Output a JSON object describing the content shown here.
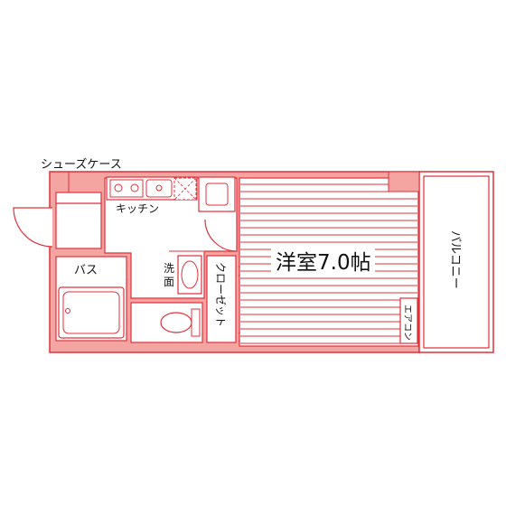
{
  "labels": {
    "shoe_case": "シューズケース",
    "kitchen": "キッチン",
    "bath": "バス",
    "washroom_line1": "洗",
    "washroom_line2": "面",
    "closet": "クローゼット",
    "room": "洋室7.0帖",
    "aircon": "エアコン",
    "balcony": "バルコニー"
  },
  "colors": {
    "wall_fill": "#f4a5a2",
    "line": "#e0303a",
    "floor": "#ffffff",
    "text": "#111111"
  }
}
